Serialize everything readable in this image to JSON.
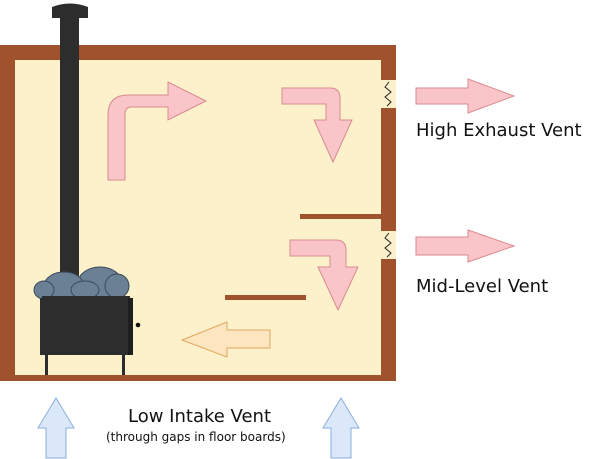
{
  "labels": {
    "high_exhaust": "High Exhaust Vent",
    "mid_level": "Mid-Level Vent",
    "low_intake": "Low Intake Vent",
    "low_intake_note": "(through gaps in floor boards)"
  },
  "colors": {
    "wall": "#a0522d",
    "interior": "#fdf1cc",
    "hot_arrow_fill": "#f9c5c8",
    "hot_arrow_stroke": "#d98a90",
    "warm_arrow_fill": "#fde5c0",
    "warm_arrow_stroke": "#e0a75e",
    "intake_arrow_fill": "#dbe8f9",
    "intake_arrow_stroke": "#8aaedc",
    "stove": "#2d2d2d",
    "stones": "#6b7f95"
  },
  "icons": {
    "stove": "wood-stove-icon",
    "chimney": "chimney-icon",
    "vent": "vent-grille-icon"
  }
}
